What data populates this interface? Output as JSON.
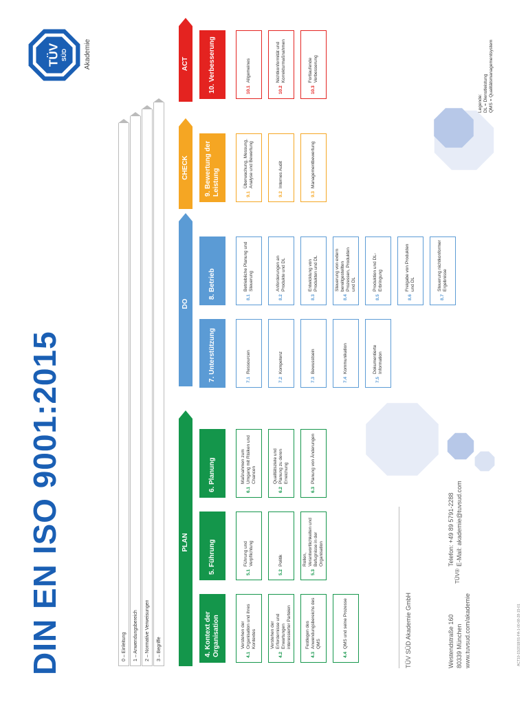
{
  "title": "DIN EN ISO 9001:2015",
  "logo": {
    "text": "TÜV",
    "sub": "SÜD"
  },
  "brand_label": "Akademie",
  "colors": {
    "blue": "#1a5fb4",
    "green": "#14964b",
    "lightblue": "#5b9bd5",
    "orange": "#f5a623",
    "red": "#e42320"
  },
  "scope": [
    "0 – Einleitung",
    "1 – Anwendungsbereich",
    "2 – Normative Verweisungen",
    "3 – Begriffe"
  ],
  "phases": {
    "plan": "PLAN",
    "do": "DO",
    "check": "CHECK",
    "act": "ACT"
  },
  "clauses": {
    "c4": {
      "title": "4. Kontext der Organisation",
      "subs": [
        {
          "num": "4.1",
          "label": "Verstehen der Organisation und ihres Kontextes"
        },
        {
          "num": "4.2",
          "label": "Verstehen der Erfordernisse und Erwartungen interessierter Parteien"
        },
        {
          "num": "4.3",
          "label": "Festlegen des Anwendungsbereichs des QMS"
        },
        {
          "num": "4.4",
          "label": "QMS und seine Prozesse"
        }
      ]
    },
    "c5": {
      "title": "5. Führung",
      "subs": [
        {
          "num": "5.1",
          "label": "Führung und Verpflichtung"
        },
        {
          "num": "5.2",
          "label": "Politik"
        },
        {
          "num": "5.3",
          "label": "Rollen, Verantwortlichkeiten und Befugnisse in der Organisation"
        }
      ]
    },
    "c6": {
      "title": "6. Planung",
      "subs": [
        {
          "num": "6.1",
          "label": "Maßnahmen zum Umgang mit Risiken und Chancen"
        },
        {
          "num": "6.2",
          "label": "Qualitätsziele und Planung zu deren Erreichung"
        },
        {
          "num": "6.3",
          "label": "Planung von Änderungen"
        }
      ]
    },
    "c7": {
      "title": "7. Unterstützung",
      "subs": [
        {
          "num": "7.1",
          "label": "Ressourcen"
        },
        {
          "num": "7.2",
          "label": "Kompetenz"
        },
        {
          "num": "7.3",
          "label": "Bewusstsein"
        },
        {
          "num": "7.4",
          "label": "Kommunikation"
        },
        {
          "num": "7.5",
          "label": "Dokumentierte Information"
        }
      ]
    },
    "c8": {
      "title": "8. Betrieb",
      "subs": [
        {
          "num": "8.1",
          "label": "Betriebliche Planung und Steuerung"
        },
        {
          "num": "8.2",
          "label": "Anforderungen an Produkte und DL"
        },
        {
          "num": "8.3",
          "label": "Entwicklung von Produkten und DL"
        },
        {
          "num": "8.4",
          "label": "Steuerung von extern bereitgestellten Prozessen, Produkten und DL"
        },
        {
          "num": "8.5",
          "label": "Produktion und DL-Erbringung"
        },
        {
          "num": "8.6",
          "label": "Freigabe von Produkten und DL"
        },
        {
          "num": "8.7",
          "label": "Steuerung nichtkonformer Ergebnisse"
        }
      ]
    },
    "c9": {
      "title": "9. Bewertung der Leistung",
      "subs": [
        {
          "num": "9.1",
          "label": "Überwachung, Messung, Analyse und Bewertung"
        },
        {
          "num": "9.2",
          "label": "Internes Audit"
        },
        {
          "num": "9.3",
          "label": "Managementbewertung"
        }
      ]
    },
    "c10": {
      "title": "10. Verbesserung",
      "subs": [
        {
          "num": "10.1",
          "label": "Allgemeines"
        },
        {
          "num": "10.2",
          "label": "Nichtkonformität und Korrekturmaßnahmen"
        },
        {
          "num": "10.3",
          "label": "Fortlaufende Verbesserung"
        }
      ]
    }
  },
  "legend": [
    "Legende:",
    "DL = Dienstleistung",
    "QMS = Qualitätsmanagementsystem"
  ],
  "contact": {
    "company": "TÜV SÜD Akademie GmbH",
    "street": "Westendstraße 160",
    "city": "80339 München",
    "web": "www.tuvsud.com/akademie",
    "phone": "Telefon: +49 89 5791-2288",
    "email": "E-Mail: akademie@tuvsud.com",
    "mark": "TÜV®"
  },
  "footer_code": "ACT10-15/2018/01-FA-1-00-08-28-15-01"
}
